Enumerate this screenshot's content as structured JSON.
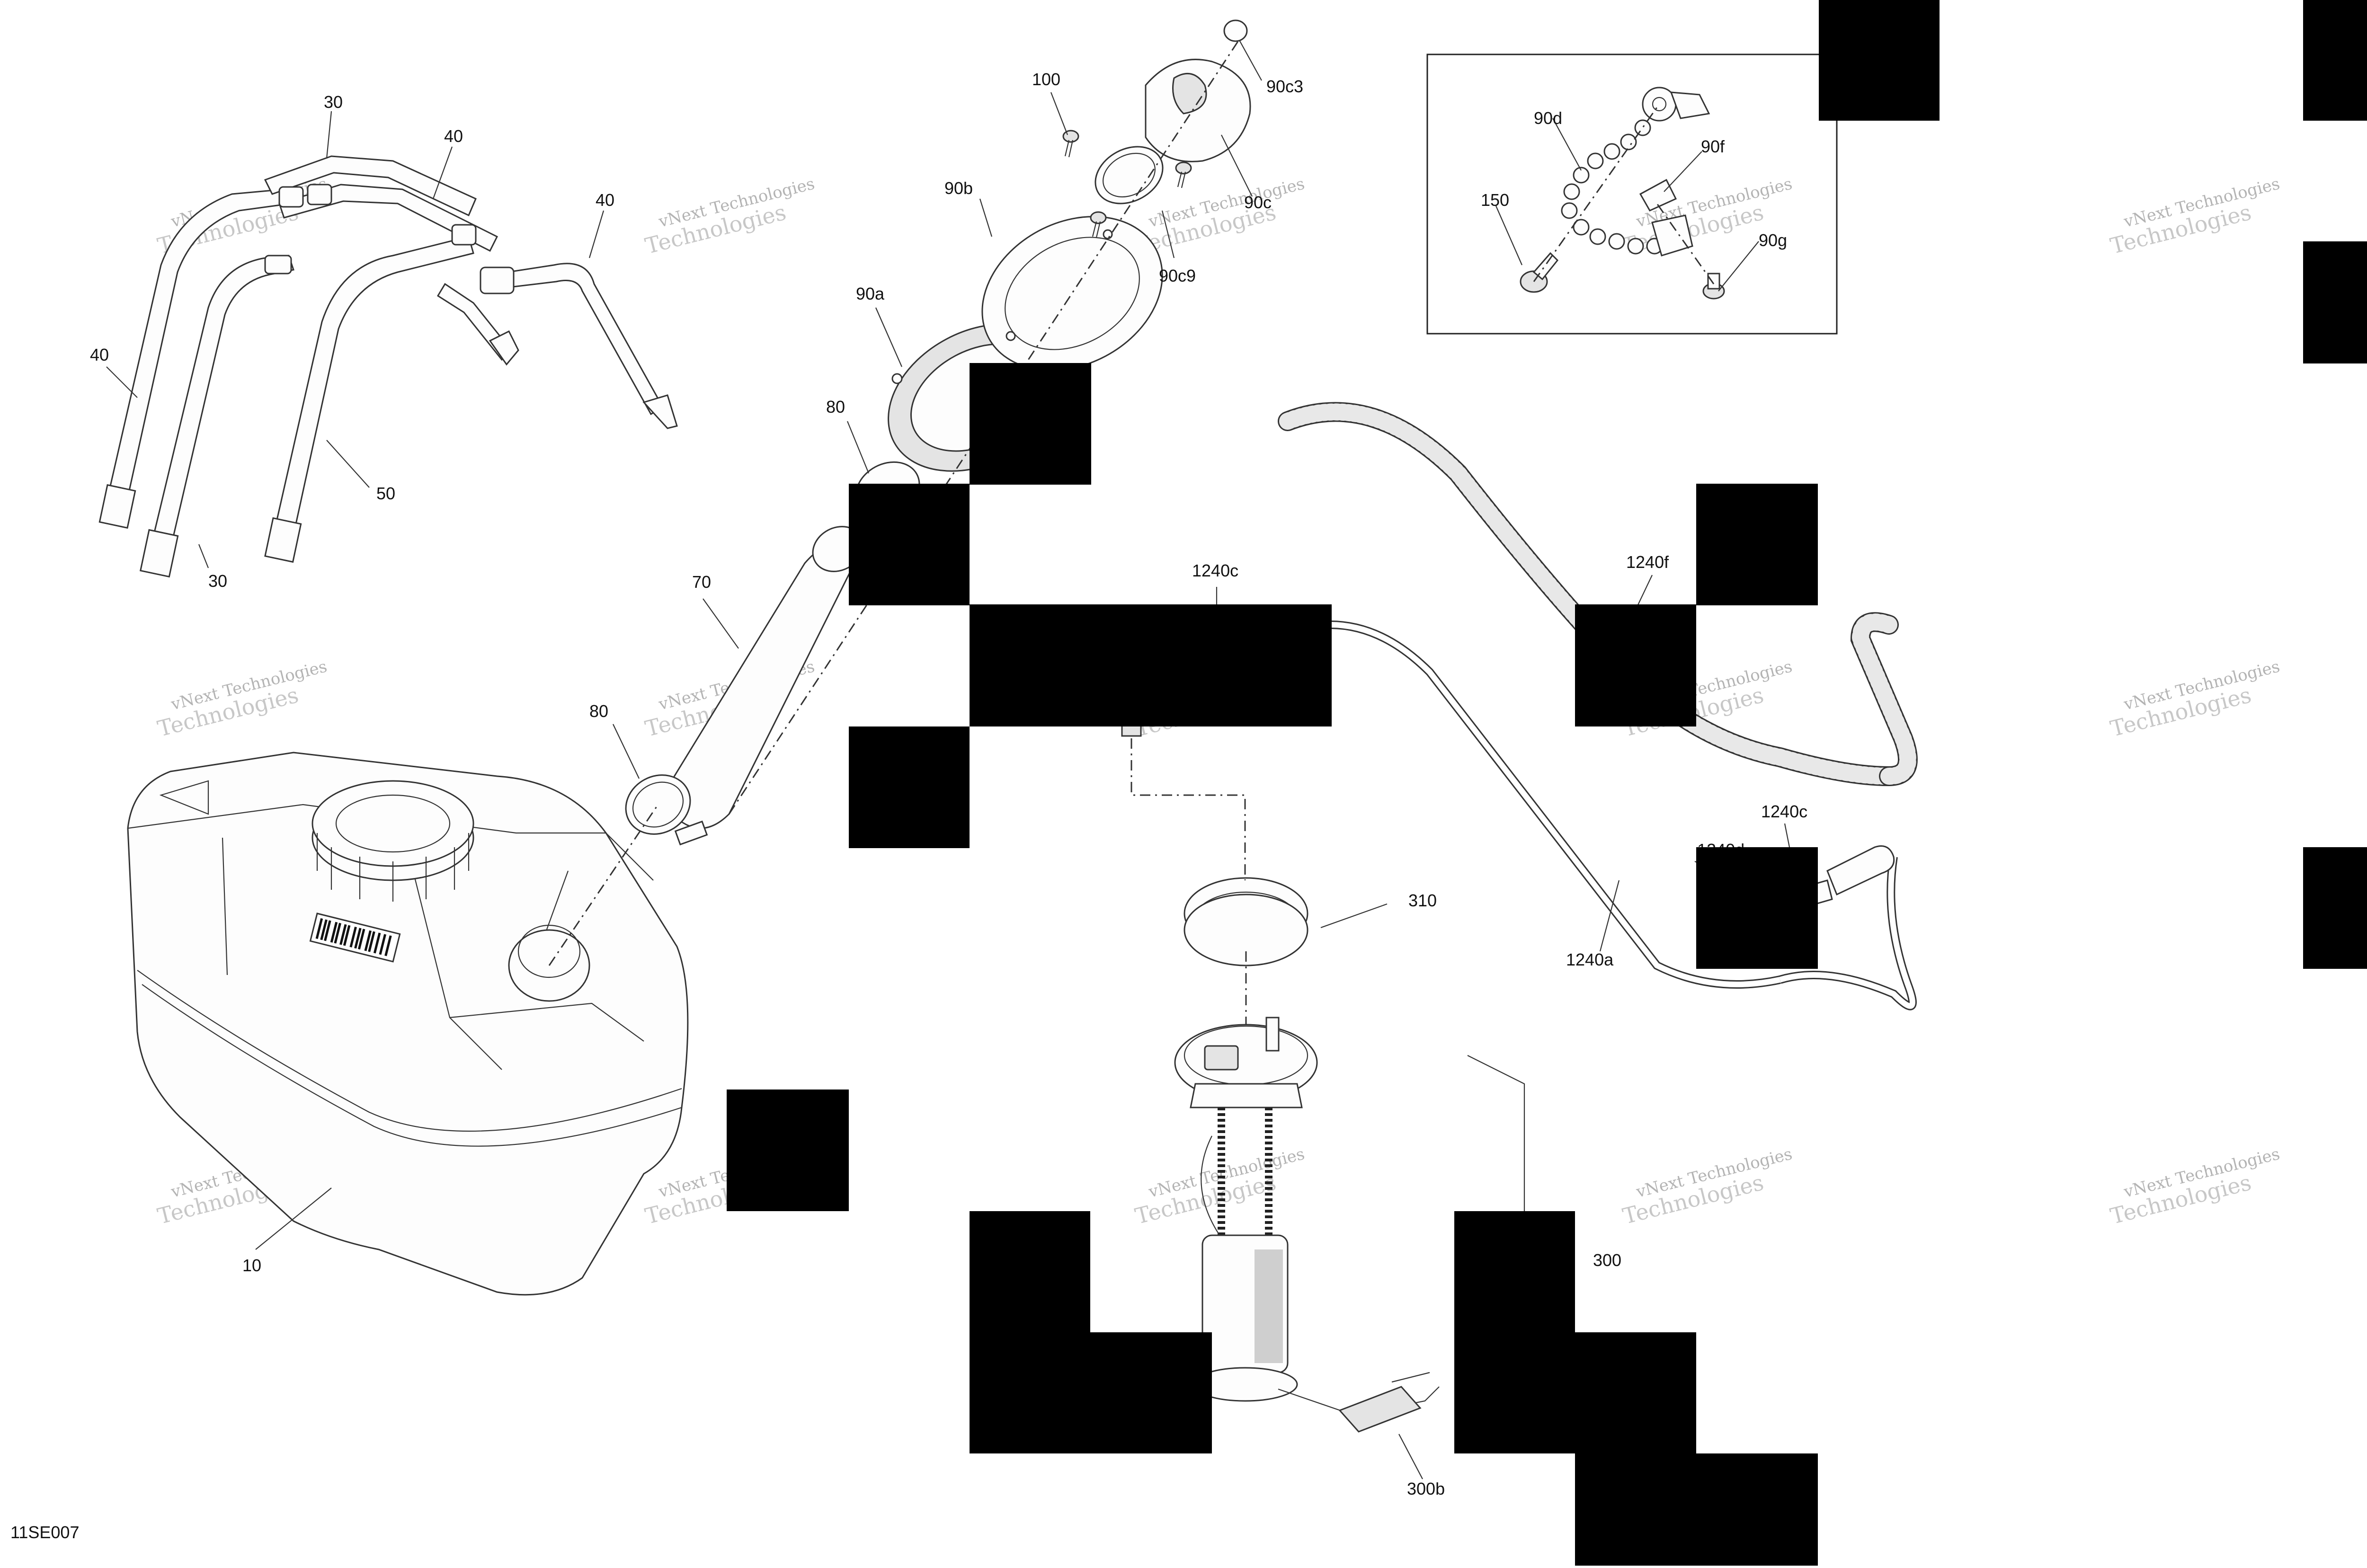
{
  "drawing_id": "11SE007",
  "watermark": {
    "line1": "vNext Technologies",
    "line2": "Technologies"
  },
  "callouts": {
    "c30_top": "30",
    "c40_top": "40",
    "c40_right": "40",
    "c40_left": "40",
    "c50": "50",
    "c30_bottom": "30",
    "c100": "100",
    "c90c3": "90c3",
    "c90c": "90c",
    "c90b": "90b",
    "c90c9": "90c9",
    "c90a": "90a",
    "c80_top": "80",
    "c70": "70",
    "c80_clamp": "80",
    "c10": "10",
    "c90d": "90d",
    "c90f": "90f",
    "c150": "150",
    "c90g": "90g",
    "c1240c_top": "1240c",
    "c1240f": "1240f",
    "c1240c_right": "1240c",
    "c1240d": "1240d",
    "c1240a": "1240a",
    "c310": "310",
    "c300": "300",
    "c300b": "300b"
  }
}
